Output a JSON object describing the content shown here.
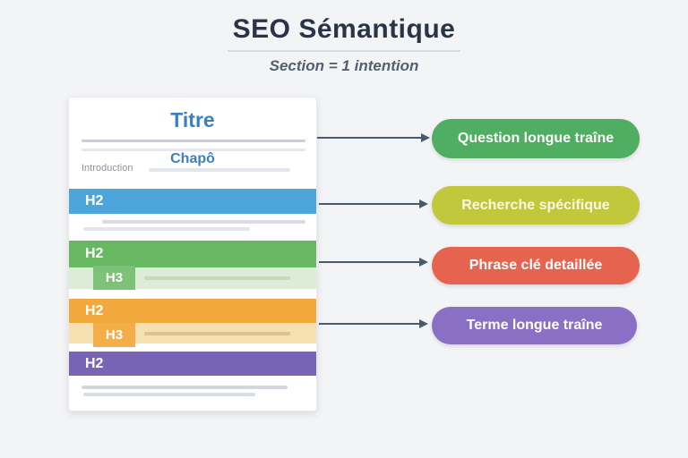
{
  "colors": {
    "background": "#f3f4f6",
    "card_background": "#ffffff",
    "title_text": "#2b3446",
    "subtitle_text": "#55606e",
    "doc_heading_text": "#3b7fc2",
    "arrow": "#4a5a6e"
  },
  "header": {
    "title": "SEO Sémantique",
    "subtitle": "Section = 1 intention"
  },
  "document": {
    "title": "Titre",
    "chapo": "Chapô",
    "introduction": "Introduction",
    "sections": [
      {
        "label": "H2",
        "color": "#4ea5dc"
      },
      {
        "label": "H2",
        "h3_label": "H3",
        "color": "#68b761",
        "band_color": "#dcecd6",
        "h3_color": "#7ec278"
      },
      {
        "label": "H2",
        "h3_label": "H3",
        "color": "#f1a83c",
        "band_color": "#f6e0b2",
        "h3_color": "#f3ae4a"
      },
      {
        "label": "H2",
        "color": "#7963b4"
      }
    ]
  },
  "annotations": [
    {
      "label": "Question longue traîne",
      "color": "#4fae62",
      "text_color": "#ffffff"
    },
    {
      "label": "Recherche spécifique",
      "color": "#c1c83c",
      "text_color": "#f7f9e4"
    },
    {
      "label": "Phrase clé detaillée",
      "color": "#e5634f",
      "text_color": "#ffffff"
    },
    {
      "label": "Terme longue traîne",
      "color": "#8a70c5",
      "text_color": "#ffffff"
    }
  ]
}
